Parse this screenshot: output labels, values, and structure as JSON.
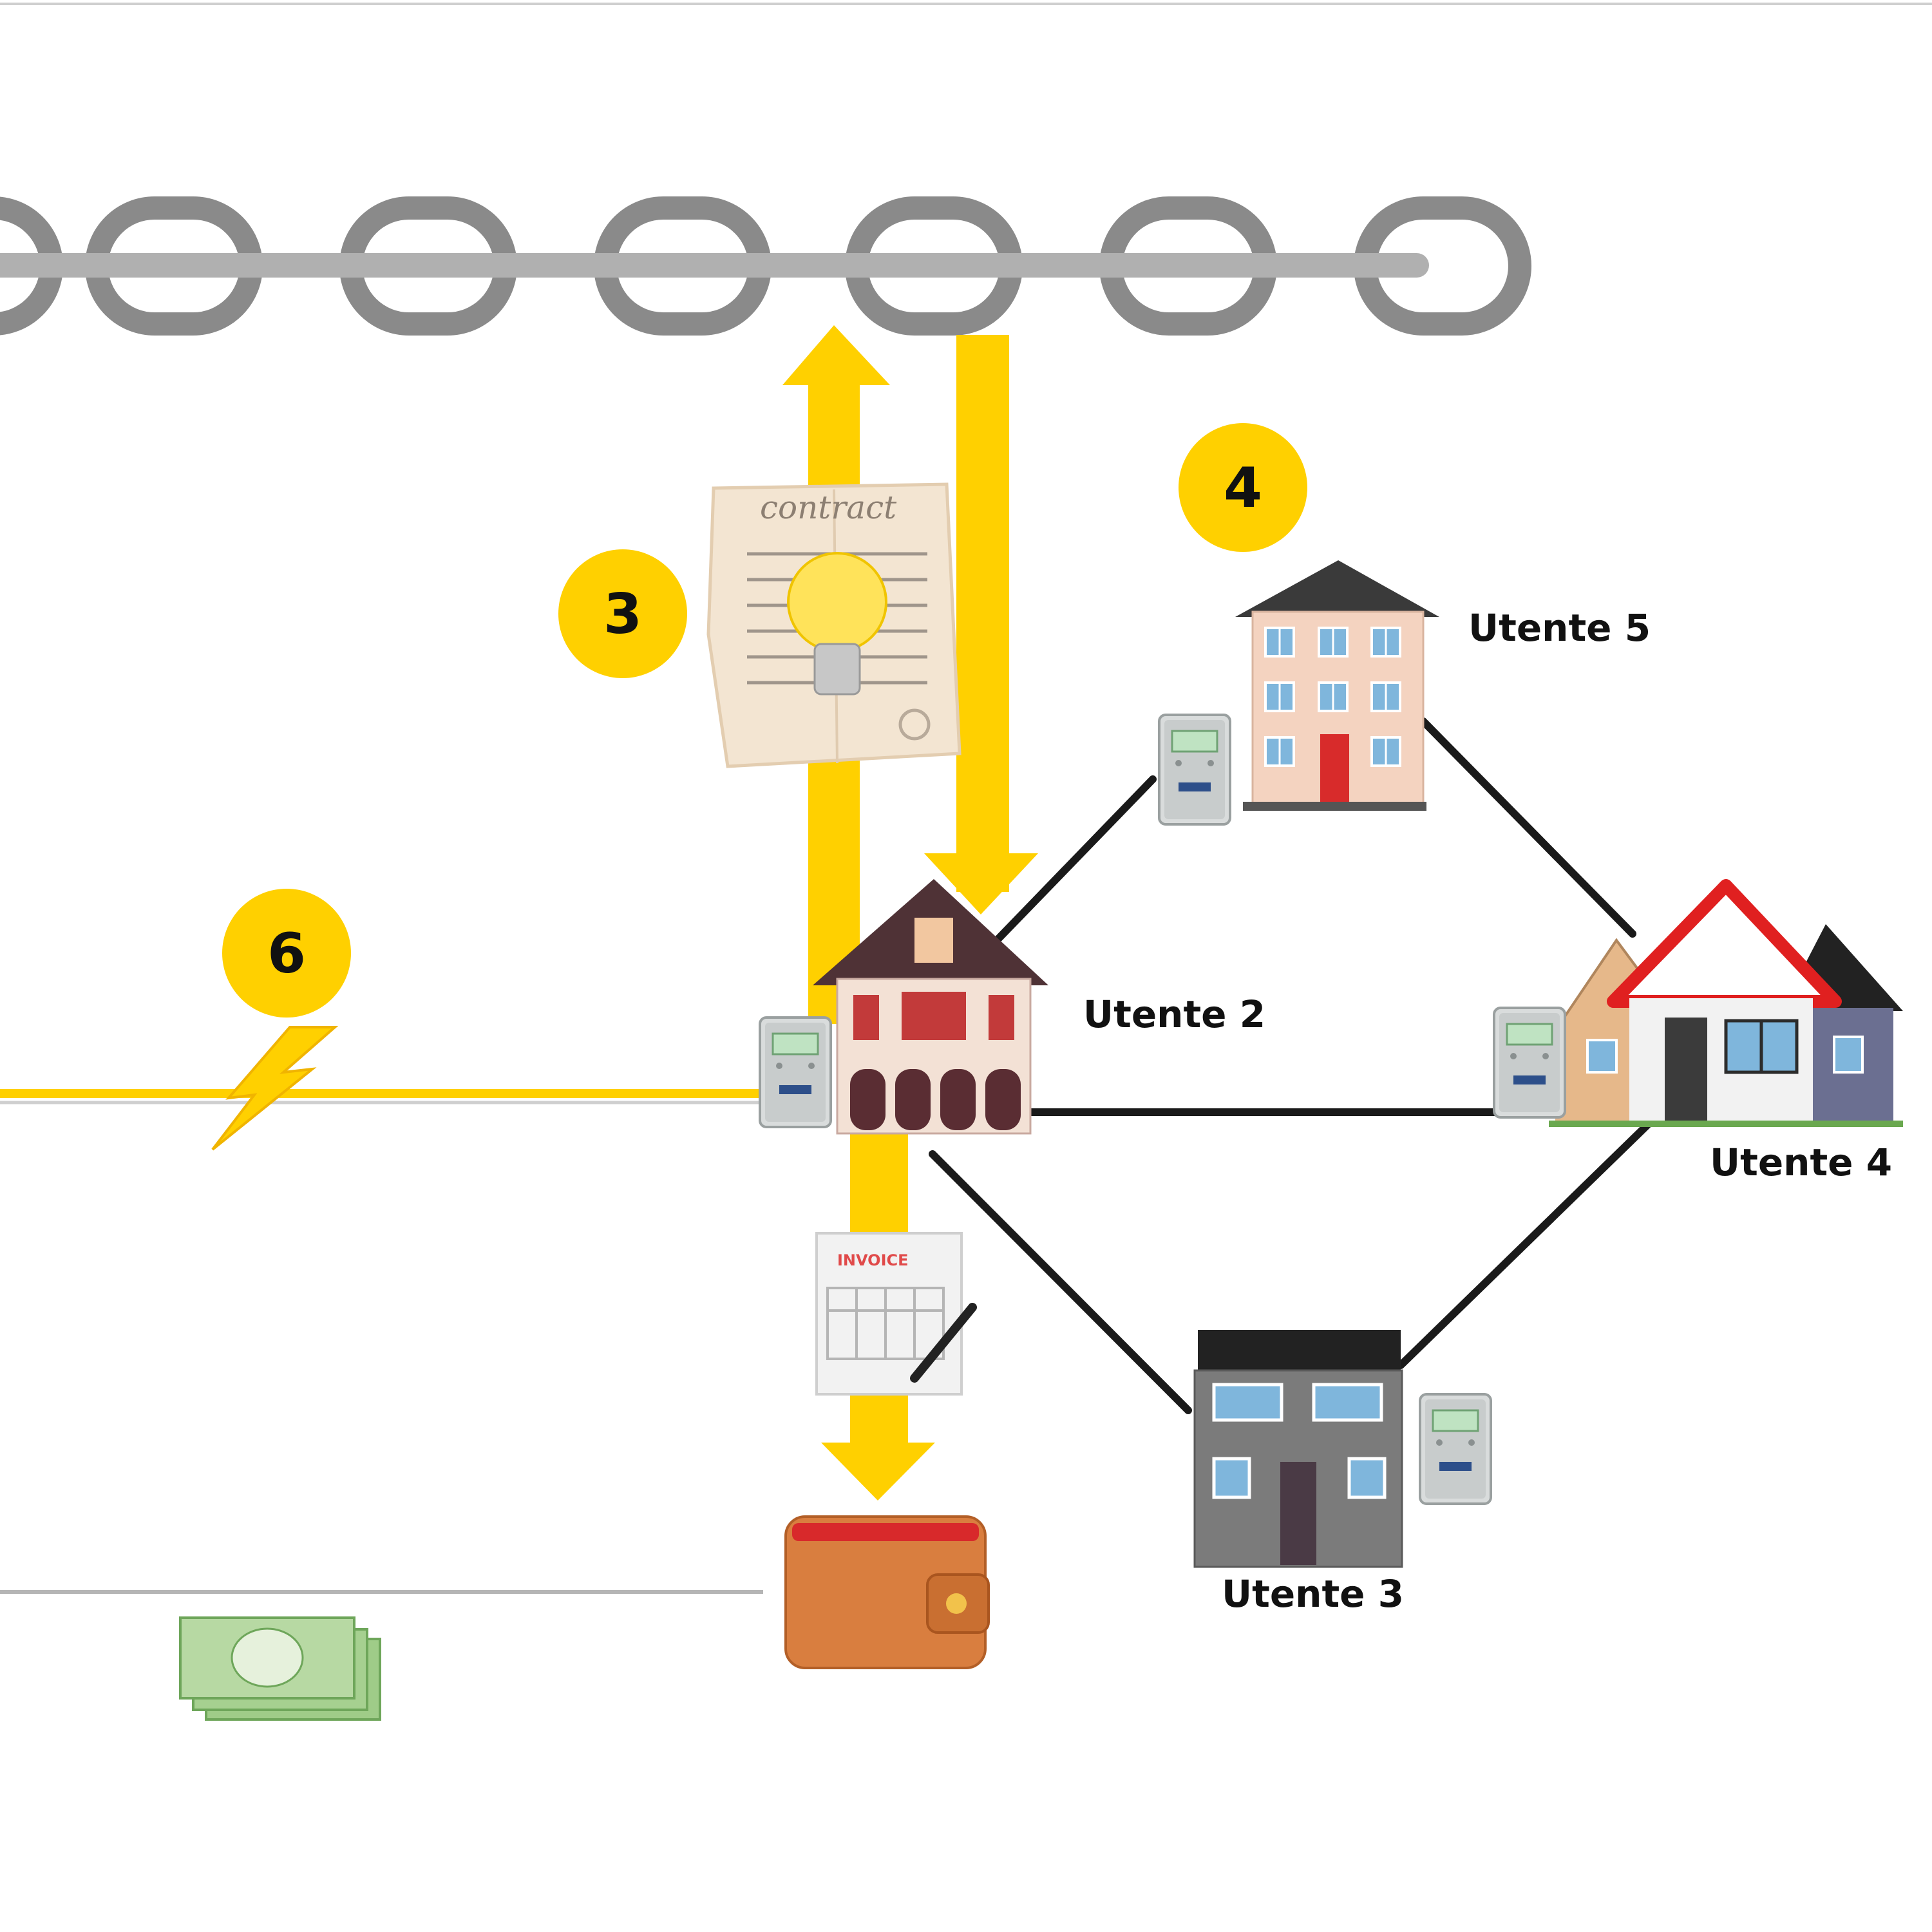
{
  "steps": {
    "step3": "3",
    "step4": "4",
    "step6": "6"
  },
  "users": {
    "utente2": "Utente 2",
    "utente3": "Utente 3",
    "utente4": "Utente 4",
    "utente5": "Utente 5"
  },
  "documents": {
    "contract": "contract",
    "invoice": "INVOICE"
  },
  "colors": {
    "accent_yellow": "#ffd000",
    "chain_gray": "#8a8a8a",
    "chain_bar": "#b0b0b0",
    "link_line": "#1a1a1a"
  },
  "icons": {
    "blockchain": "chain-icon",
    "smart_contract": "contract-lightbulb-icon",
    "invoice": "invoice-icon",
    "wallet": "wallet-icon",
    "money": "banknotes-icon",
    "energy": "lightning-bolt-icon",
    "meter": "smart-meter-icon"
  }
}
